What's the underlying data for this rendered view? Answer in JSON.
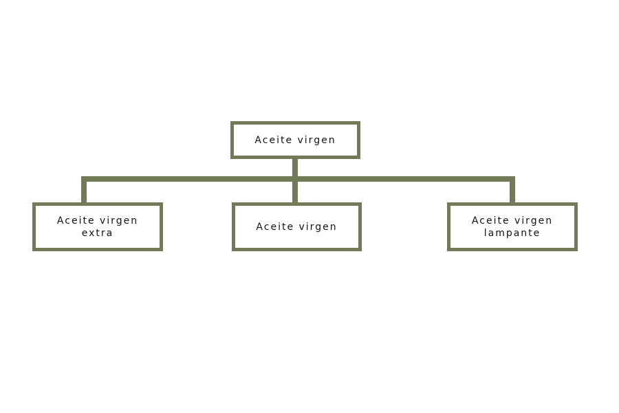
{
  "diagram": {
    "colors": {
      "stroke": "#737a58",
      "background": "#ffffff",
      "text": "#111111"
    },
    "root": {
      "label": "Aceite virgen"
    },
    "children": [
      {
        "label": "Aceite virgen extra"
      },
      {
        "label": "Aceite virgen"
      },
      {
        "label": "Aceite virgen lampante"
      }
    ]
  }
}
